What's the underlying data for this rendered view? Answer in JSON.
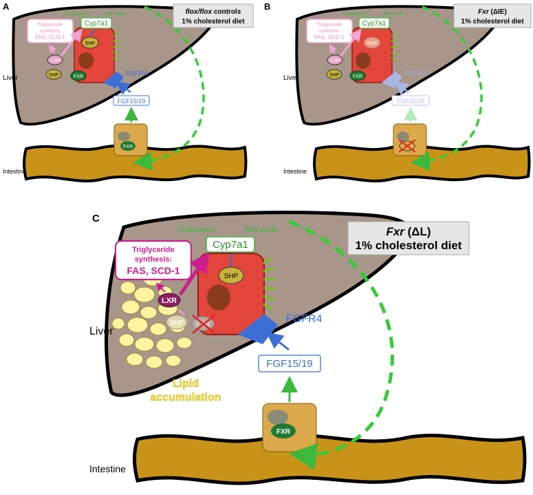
{
  "panels": {
    "a": {
      "letter": "A",
      "condition_prefix_italic": "flox/flox",
      "condition_suffix": " controls",
      "diet": "1% cholesterol diet",
      "liver_label": "Liver",
      "intestine_label": "Intestine",
      "cholesterol": "Cholesterol",
      "bile_acids": "Bile acids",
      "cyp7a1": "Cyp7a1",
      "shp": "SHP",
      "lxr": "LXR",
      "fxr": "FXR",
      "tg_line1": "Triglyceride",
      "tg_line2": "synthesis:",
      "tg_line3": "FAS, SCD-1",
      "fgfr4": "FGFR4",
      "fgf": "FGF15/19"
    },
    "b": {
      "letter": "B",
      "condition_prefix_italic": "Fxr",
      "condition_suffix": " (ΔIE)",
      "diet": "1% cholesterol diet",
      "liver_label": "Liver",
      "intestine_label": "Intestine",
      "cholesterol": "Cholesterol",
      "bile_acids": "Bile acids",
      "cyp7a1": "Cyp7a1",
      "shp": "SHP",
      "lxr": "LXR",
      "fxr": "FXR",
      "tg_line1": "Triglyceride",
      "tg_line2": "synthesis:",
      "tg_line3": "FAS, SCD-1",
      "fgfr4": "FGFR4",
      "fgf": "FGF15/19"
    },
    "c": {
      "letter": "C",
      "condition_prefix_italic": "Fxr",
      "condition_suffix": " (ΔL)",
      "diet": "1% cholesterol diet",
      "liver_label": "Liver",
      "intestine_label": "Intestine",
      "cholesterol": "Cholesterol",
      "bile_acids": "Bile acids",
      "cyp7a1": "Cyp7a1",
      "shp": "SHP",
      "lxr": "LXR",
      "fxr": "FXR",
      "tg_line1": "Triglyceride",
      "tg_line2": "synthesis:",
      "tg_line3": "FAS, SCD-1",
      "fgfr4": "FGFR4",
      "fgf": "FGF15/19",
      "lipid_line1": "Lipid",
      "lipid_line2": "accumulation"
    }
  },
  "colors": {
    "liver": "#a8968a",
    "hepatocyte": "#e2453a",
    "intestine": "#c99319",
    "enterocyte": "#dca94a",
    "bile_dashed": "#33cc33",
    "fgfr4_blue": "#3b6fd6",
    "tg_magenta": "#cc1e8e",
    "lipid_yellow": "#fff3a0",
    "fxr_green": "#1f7a32"
  }
}
